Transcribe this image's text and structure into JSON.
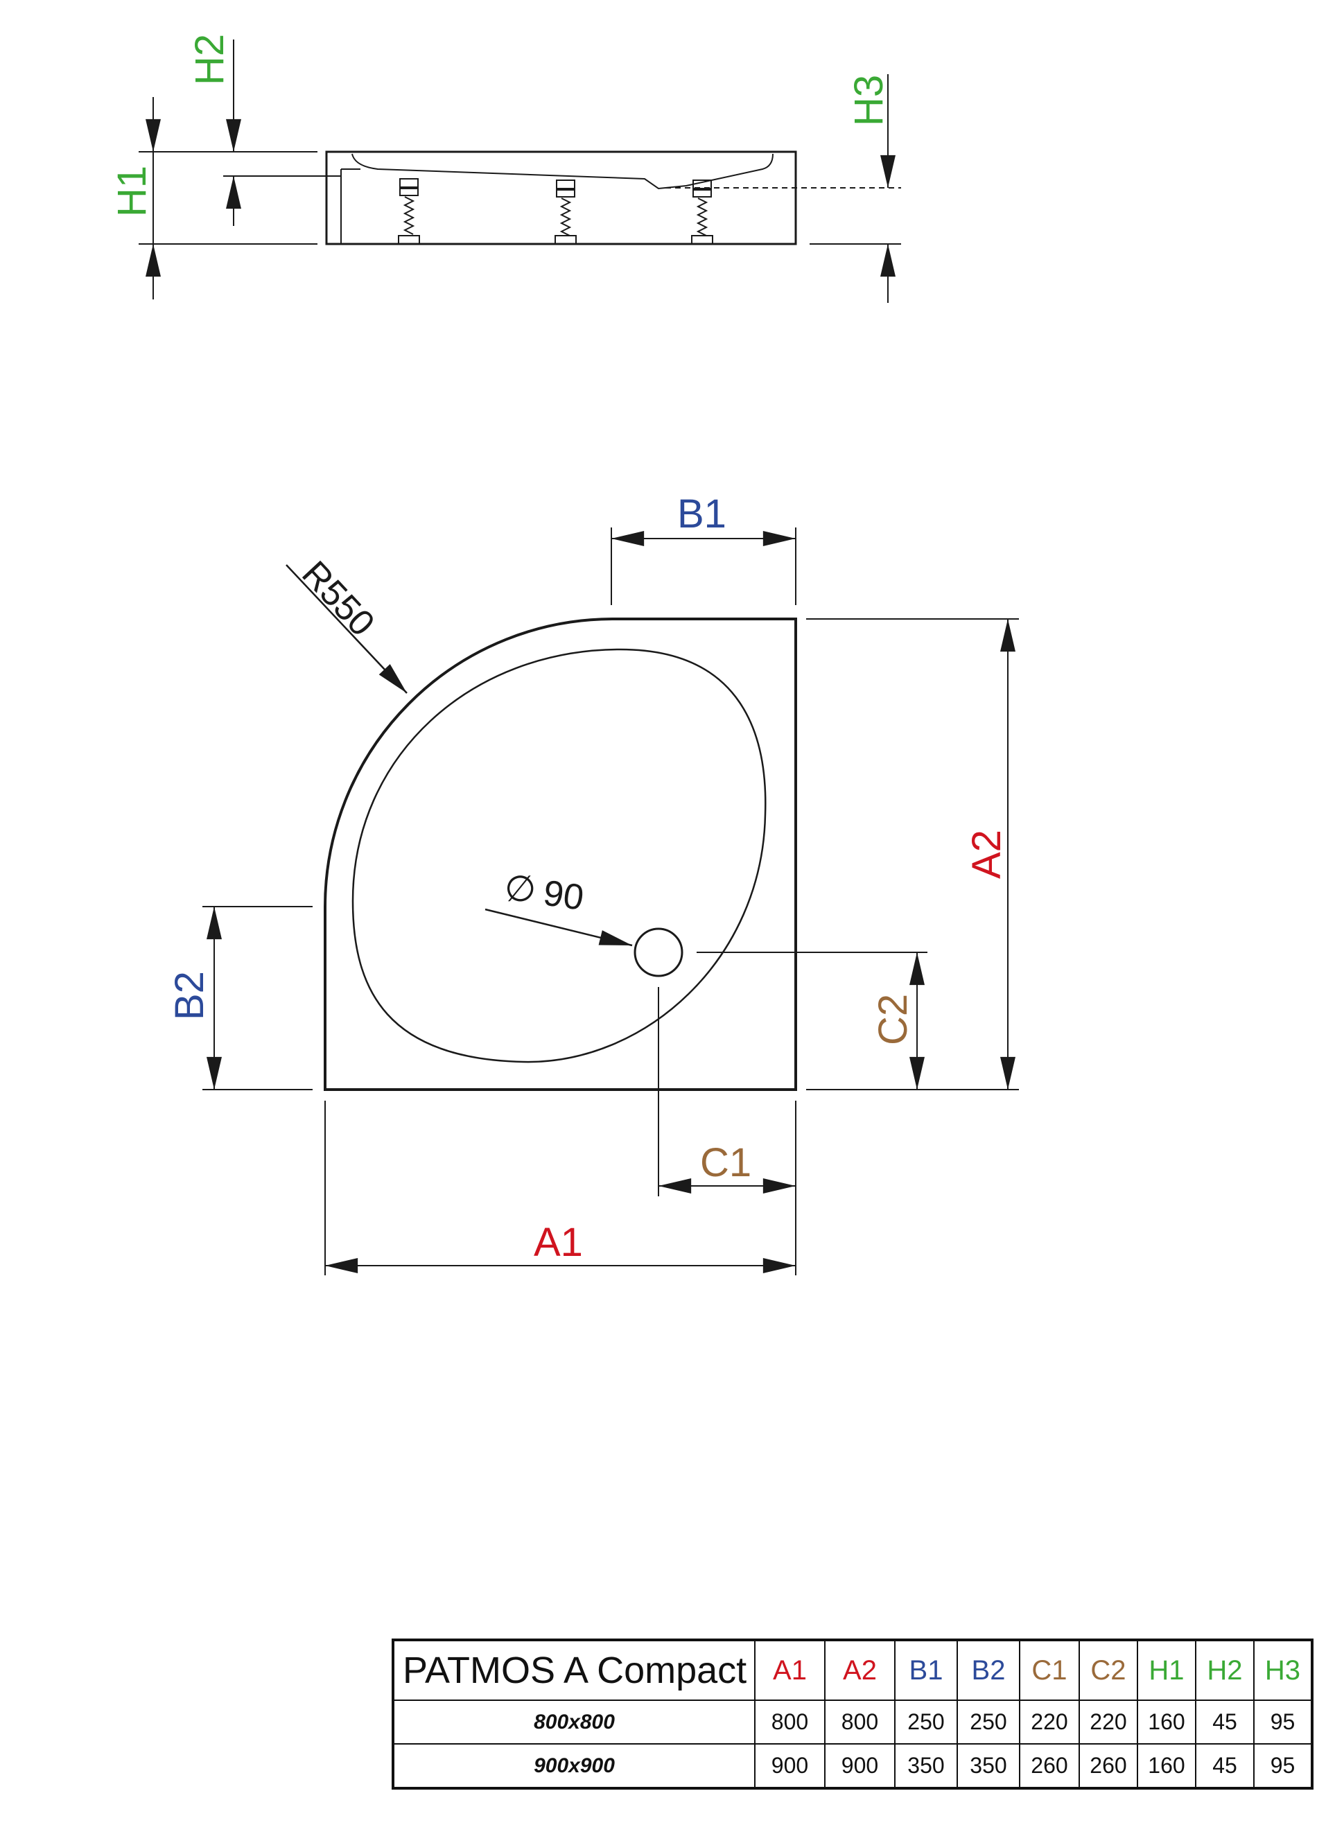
{
  "side_view": {
    "labels": {
      "h1": "H1",
      "h2": "H2",
      "h3": "H3"
    }
  },
  "plan_view": {
    "labels": {
      "radius": "R550",
      "drain_diameter_symbol": "∅",
      "drain_diameter_value": "90",
      "a1": "A1",
      "a2": "A2",
      "b1": "B1",
      "b2": "B2",
      "c1": "C1",
      "c2": "C2"
    }
  },
  "colors": {
    "a_dimensions": "#d0141f",
    "b_dimensions": "#2c4a9a",
    "c_dimensions": "#9a6a3a",
    "h_dimensions": "#3aa935",
    "line": "#1a1a1a"
  },
  "table": {
    "title": "PATMOS A Compact",
    "columns": [
      "A1",
      "A2",
      "B1",
      "B2",
      "C1",
      "C2",
      "H1",
      "H2",
      "H3"
    ],
    "rows": [
      {
        "label": "800x800",
        "values": [
          "800",
          "800",
          "250",
          "250",
          "220",
          "220",
          "160",
          "45",
          "95"
        ]
      },
      {
        "label": "900x900",
        "values": [
          "900",
          "900",
          "350",
          "350",
          "260",
          "260",
          "160",
          "45",
          "95"
        ]
      }
    ]
  }
}
